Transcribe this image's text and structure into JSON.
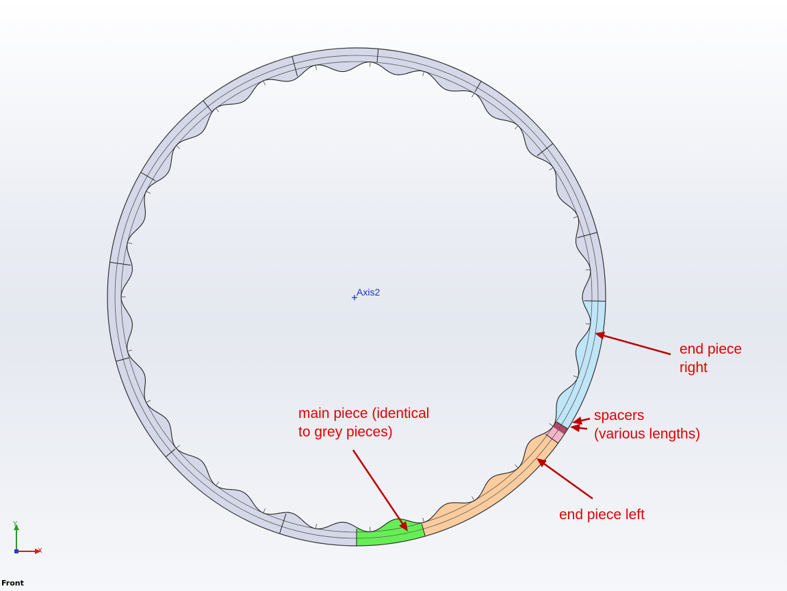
{
  "viewport": {
    "view_name": "Front",
    "axis_label": "Axis2",
    "triad": {
      "x_label": "X",
      "y_label": "Y"
    }
  },
  "colors": {
    "grey_piece": "#d4d8e8",
    "end_piece_right": "#bfe6f8",
    "end_piece_left": "#fbcc9e",
    "main_piece": "#66ee55",
    "spacer_a": "#b04a6a",
    "spacer_b": "#f3b6c8",
    "annotation": "#e00000",
    "arrow": "#bb0000"
  },
  "annotations": {
    "end_piece_right": {
      "line1": "end piece",
      "line2": "right"
    },
    "spacers": {
      "line1": "spacers",
      "line2": "(various lengths)"
    },
    "main_piece": {
      "line1": "main piece (identical",
      "line2": "to grey pieces)"
    },
    "end_piece_left": {
      "line1": "end piece left"
    }
  }
}
